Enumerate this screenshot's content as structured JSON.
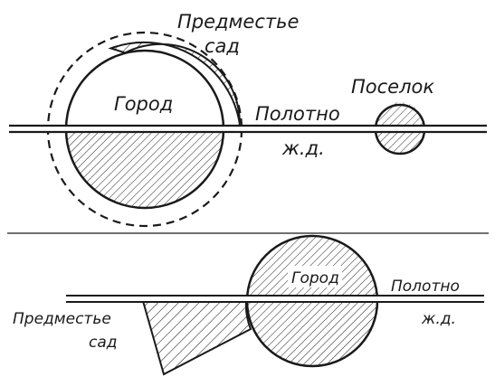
{
  "top": {
    "suburb_garden_line1": "Предместье",
    "suburb_garden_line2": "сад",
    "city": "Город",
    "railway_line1": "Полотно",
    "railway_line2": "ж.д.",
    "settlement": "Поселок"
  },
  "bottom": {
    "city": "Город",
    "railway_line1": "Полотно",
    "railway_line2": "ж.д.",
    "suburb_garden_line1": "Предместье",
    "suburb_garden_line2": "сад"
  },
  "colors": {
    "ink": "#1a1a1a",
    "paper": "#ffffff"
  }
}
